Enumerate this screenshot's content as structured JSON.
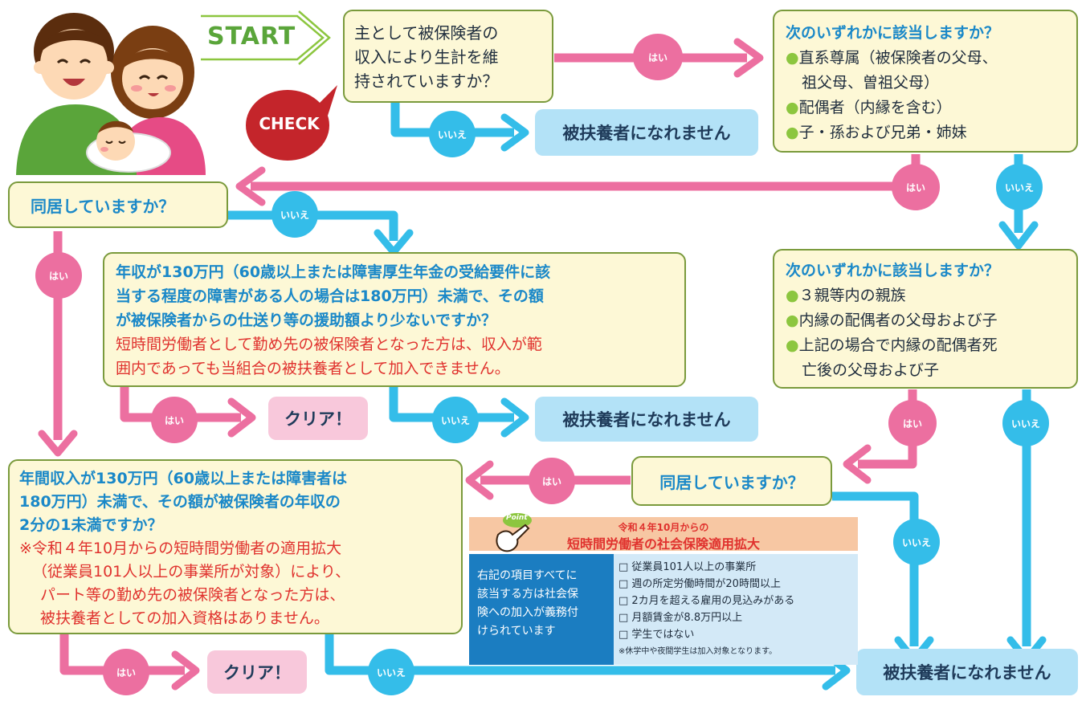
{
  "start": {
    "label": "START"
  },
  "check": {
    "label": "CHECK"
  },
  "q1": {
    "lines": [
      "主として被保険者の",
      "収入により生計を維",
      "持されていますか？"
    ]
  },
  "q2": {
    "title": "次のいずれかに該当しますか？",
    "items": [
      "直系尊属（被保険者の父母、",
      "祖父母、曽祖父母）",
      "配偶者（内縁を含む）",
      "子・孫および兄弟・姉妹"
    ]
  },
  "q3": {
    "text": "同居していますか？"
  },
  "q4": {
    "lines": [
      "年収が130万円（60歳以上または障害厚生年金の受給要件に該",
      "当する程度の障害がある人の場合は180万円）未満で、その額",
      "が被保険者からの仕送り等の援助額より少ないですか？"
    ],
    "note_lines": [
      "短時間労働者として勤め先の被保険者となった方は、収入が範",
      "囲内であっても当組合の被扶養者として加入できません。"
    ]
  },
  "q5": {
    "title": "次のいずれかに該当しますか？",
    "items": [
      "３親等内の親族",
      "内縁の配偶者の父母および子",
      "上記の場合で内縁の配偶者死",
      "亡後の父母および子"
    ]
  },
  "q6": {
    "text": "同居していますか？"
  },
  "q7": {
    "lines": [
      "年間収入が130万円（60歳以上または障害者は",
      "180万円）未満で、その額が被保険者の年収の",
      "2分の1未満ですか？"
    ],
    "note_lines": [
      "※令和４年10月からの短時間労働者の適用拡大",
      "（従業員101人以上の事業所が対象）により、",
      "パート等の勤め先の被保険者となった方は、",
      "被扶養者としての加入資格はありません。"
    ]
  },
  "results": {
    "not_dependent": "被扶養者になれません",
    "clear": "クリア！"
  },
  "labels": {
    "yes": "はい",
    "no": "いいえ"
  },
  "point_panel": {
    "icon_label": "Point",
    "header_line1": "令和４年10月からの",
    "header_line2": "短時間労働者の社会保険適用拡大",
    "left_lines": [
      "右記の項目すべてに",
      "該当する方は社会保",
      "険への加入が義務付",
      "けられています"
    ],
    "checklist": [
      "□ 従業員101人以上の事業所",
      "□ 週の所定労働時間が20時間以上",
      "□ 2カ月を超える雇用の見込みがある",
      "□ 月額賃金が8.8万円以上",
      "□ 学生ではない"
    ],
    "footnote": "※休学中や夜間学生は加入対象となります。"
  },
  "colors": {
    "pink": "#ec6fa0",
    "blue": "#34bde9",
    "green_border": "#7a9a3c",
    "box_fill": "#fdf8d6",
    "check_red": "#c4252b"
  }
}
